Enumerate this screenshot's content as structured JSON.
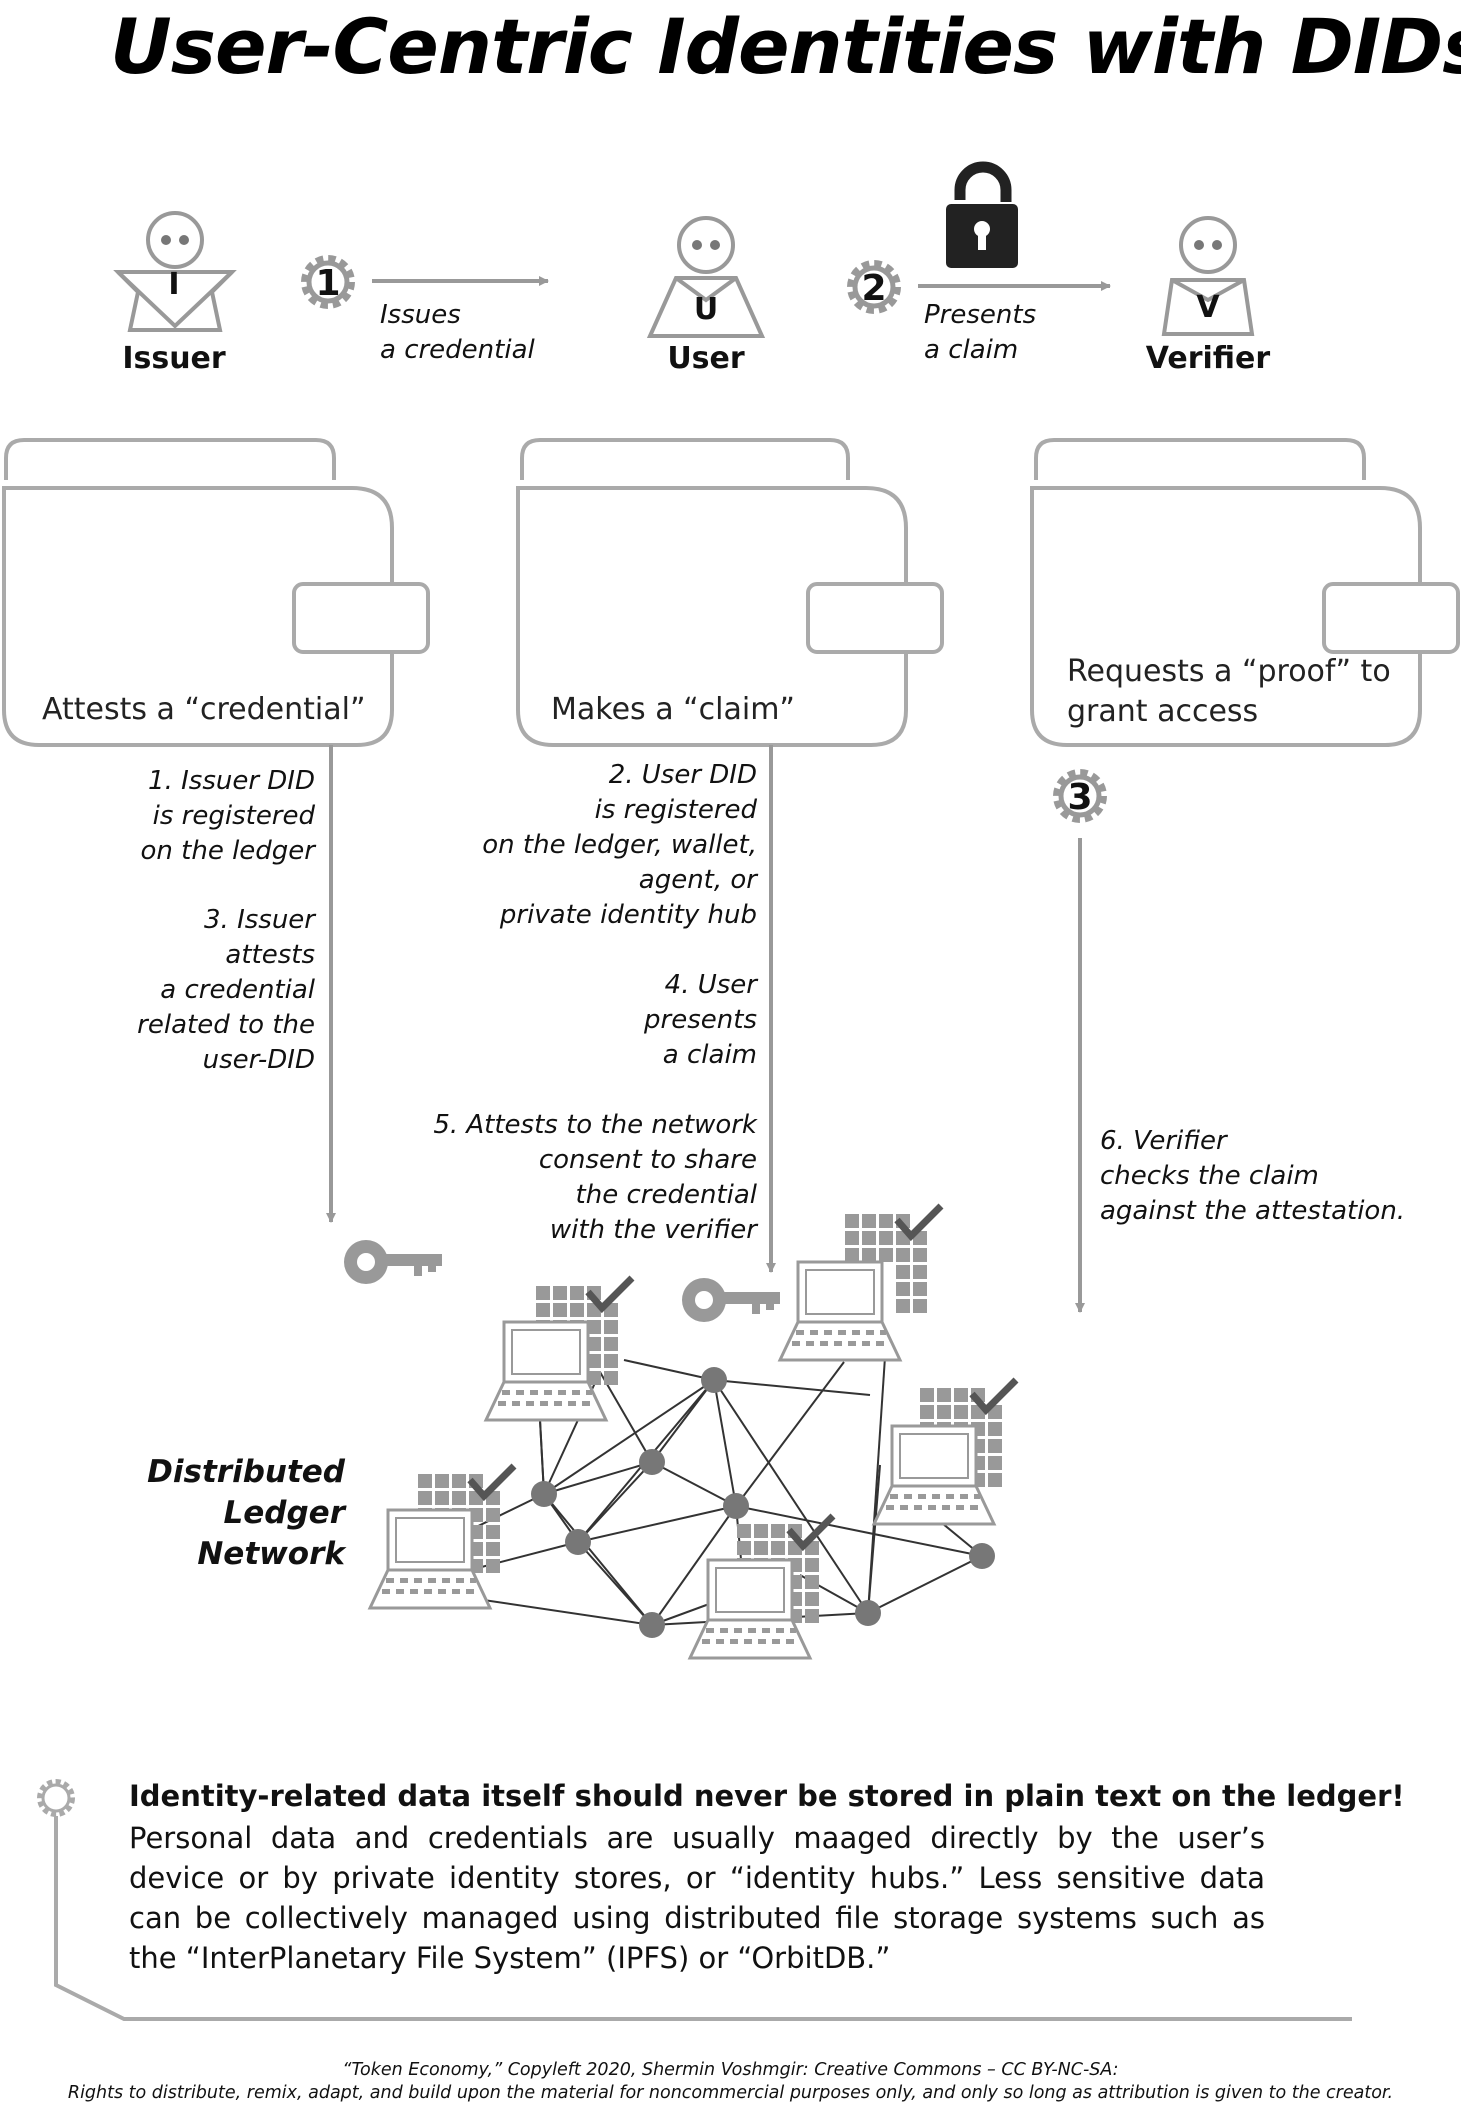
{
  "title": "User-Centric Identities with DIDs",
  "roles": {
    "issuer": {
      "letter": "I",
      "label": "Issuer"
    },
    "user": {
      "letter": "U",
      "label": "User"
    },
    "verifier": {
      "letter": "V",
      "label": "Verifier"
    }
  },
  "steps": [
    {
      "number": "1",
      "caption": [
        "Issues",
        "a credential"
      ]
    },
    {
      "number": "2",
      "caption": [
        "Presents",
        "a claim"
      ]
    },
    {
      "number": "3"
    }
  ],
  "wallets": [
    {
      "text": [
        "Attests a “credential”"
      ]
    },
    {
      "text": [
        "Makes a “claim”"
      ]
    },
    {
      "text": [
        "Requests a “proof” to",
        "grant access"
      ]
    }
  ],
  "notes": {
    "issuer_did": [
      "1. Issuer DID",
      "is registered",
      "on the ledger"
    ],
    "issuer_attests": [
      "3. Issuer",
      "attests",
      "a credential",
      "related to the",
      "user-DID"
    ],
    "user_did": [
      "2. User DID",
      "is registered",
      "on the ledger, wallet,",
      "agent, or",
      "private identity hub"
    ],
    "user_presents": [
      "4. User",
      "presents",
      "a claim"
    ],
    "attests_network": [
      "5. Attests to the network",
      "consent to share",
      "the credential",
      "with the verifier"
    ],
    "verifier_checks": [
      "6. Verifier",
      "checks the claim",
      "against the attestation."
    ]
  },
  "network_label": [
    "Distributed",
    "Ledger Network"
  ],
  "info": {
    "heading": "Identity-related data itself should never be stored in plain text on the ledger!",
    "body": "Personal data and credentials are usually maaged directly by the user’s device or by private identity stores, or “identity hubs.” Less sensitive data can be collectively managed using distributed file storage systems such as the “InterPlanetary File System” (IPFS) or “OrbitDB.”"
  },
  "footer": [
    "“Token Economy,” Copyleft 2020, Shermin Voshmgir: Creative Commons – CC BY-NC-SA:",
    "Rights to distribute, remix, adapt, and build upon the material  for noncommercial purposes only, and only so long as attribution is given to the creator."
  ],
  "colors": {
    "line": "#999999",
    "dark": "#222222",
    "grey": "#888888",
    "nodes": "#777777"
  }
}
